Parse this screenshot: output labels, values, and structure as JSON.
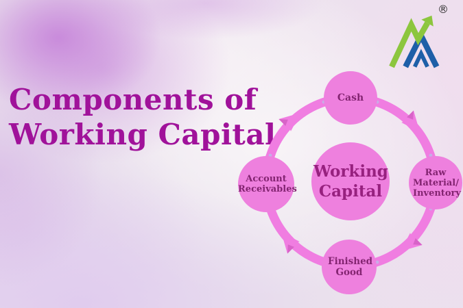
{
  "title": {
    "line1": "Components of",
    "line2": "Working Capital"
  },
  "logo": {
    "registered_mark": "®",
    "green": "#8cc63e",
    "blue": "#1d5fa8"
  },
  "diagram": {
    "type": "cycle",
    "flow": "clockwise",
    "center": {
      "label": "Working Capital"
    },
    "nodes": [
      {
        "id": "cash",
        "position": "top",
        "label": "Cash"
      },
      {
        "id": "raw-material-inventory",
        "position": "right",
        "label": "Raw Material/ Inventory"
      },
      {
        "id": "finished-good",
        "position": "bottom",
        "label": "Finished Good"
      },
      {
        "id": "account-receivables",
        "position": "left",
        "label": "Account Receivables"
      }
    ],
    "colors": {
      "node_fill": "#ee80de",
      "ring": "#f07de1",
      "arrow_fold": "#d863c8",
      "node_text": "#832471",
      "center_text": "#97217f",
      "title_text": "#a0129a"
    }
  }
}
